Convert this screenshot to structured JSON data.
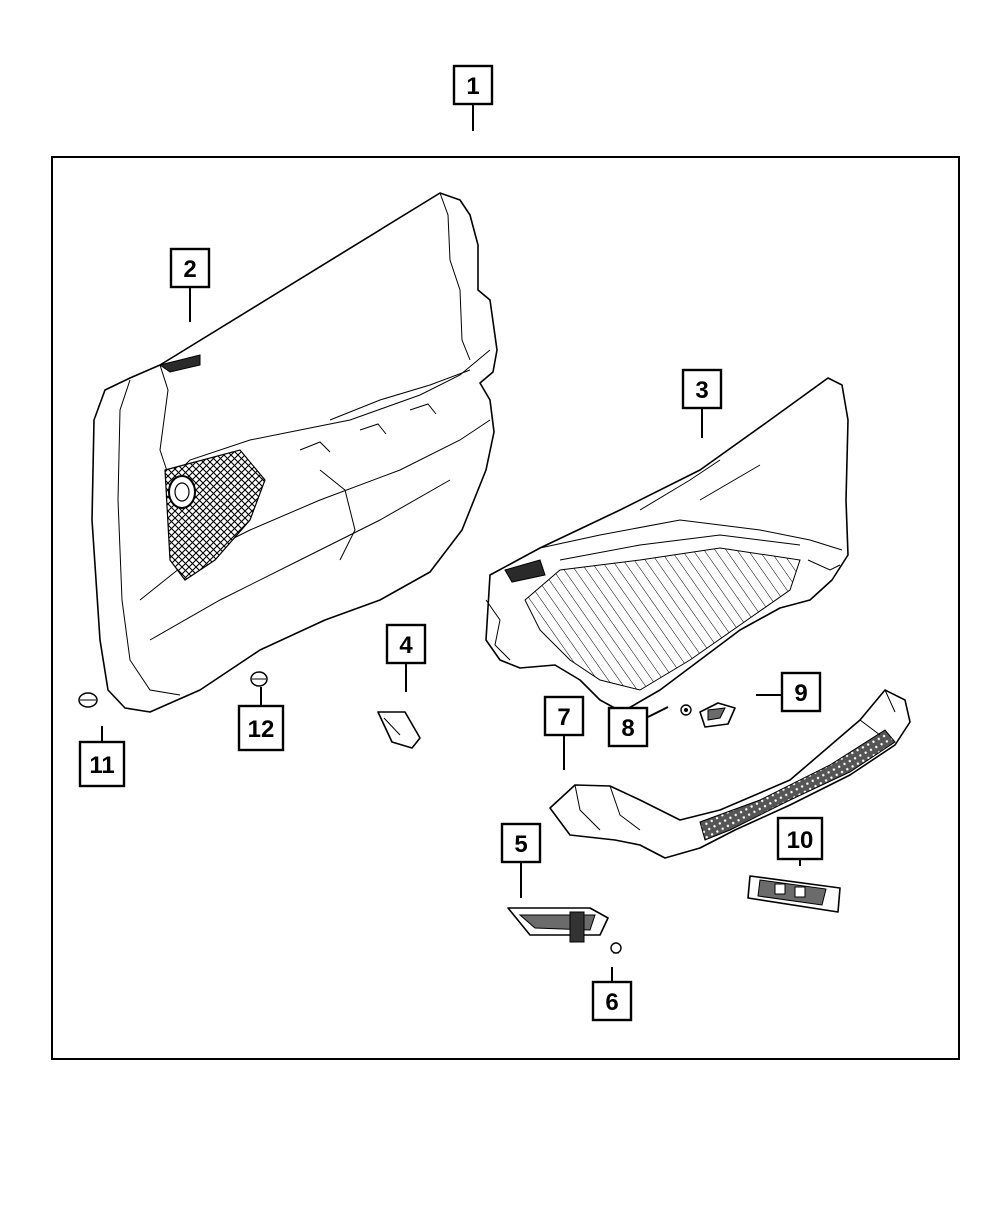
{
  "callouts": [
    "1",
    "2",
    "3",
    "4",
    "5",
    "6",
    "7",
    "8",
    "9",
    "10",
    "11",
    "12"
  ],
  "colors": {
    "line": "#000000",
    "background": "#ffffff",
    "hatch": "#6b6b6b"
  }
}
